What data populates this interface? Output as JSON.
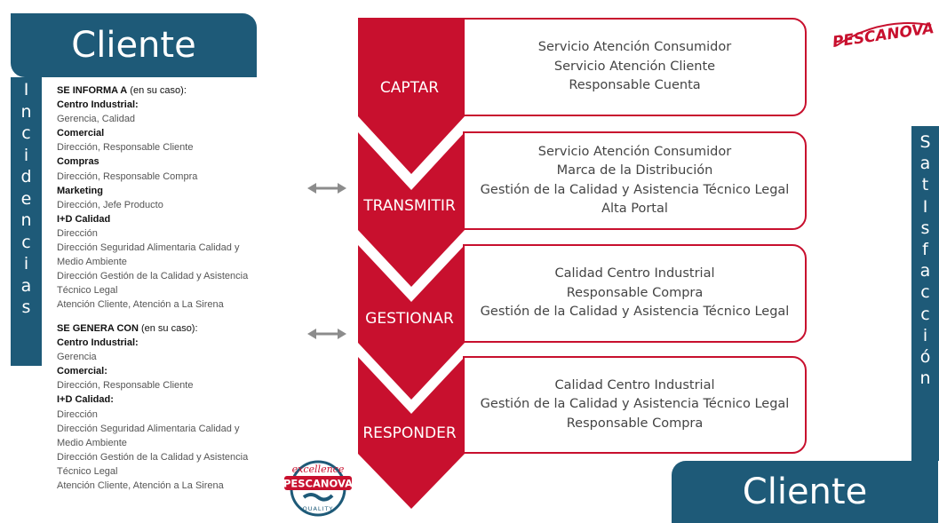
{
  "client_top": "Cliente",
  "client_bottom": "Cliente",
  "incidencias_letters": [
    "I",
    "n",
    "c",
    "i",
    "d",
    "e",
    "n",
    "c",
    "i",
    "a",
    "s"
  ],
  "satisfaccion_letters": [
    "S",
    "a",
    "t",
    "I",
    "s",
    "f",
    "a",
    "c",
    "c",
    "i",
    "ó",
    "n"
  ],
  "informa": {
    "heading_bold": "SE INFORMA A",
    "heading_rest": " (en su caso):",
    "lines": [
      {
        "t": "cat",
        "v": "Centro Industrial:"
      },
      {
        "t": "sub",
        "v": "Gerencia, Calidad"
      },
      {
        "t": "cat",
        "v": "Comercial"
      },
      {
        "t": "sub",
        "v": "Dirección, Responsable Cliente"
      },
      {
        "t": "cat",
        "v": "Compras"
      },
      {
        "t": "sub",
        "v": "Dirección, Responsable Compra"
      },
      {
        "t": "cat",
        "v": "Marketing"
      },
      {
        "t": "sub",
        "v": "Dirección, Jefe Producto"
      },
      {
        "t": "cat",
        "v": "I+D Calidad"
      },
      {
        "t": "sub",
        "v": "Dirección"
      },
      {
        "t": "sub",
        "v": "Dirección Seguridad Alimentaria Calidad y"
      },
      {
        "t": "sub",
        "v": "Medio Ambiente"
      },
      {
        "t": "sub",
        "v": "Dirección Gestión de la Calidad y Asistencia"
      },
      {
        "t": "sub",
        "v": "Técnico Legal"
      },
      {
        "t": "sub",
        "v": "Atención Cliente, Atención a La Sirena"
      }
    ]
  },
  "genera": {
    "heading_bold": "SE GENERA CON",
    "heading_rest": " (en su caso):",
    "lines": [
      {
        "t": "cat",
        "v": "Centro Industrial:"
      },
      {
        "t": "sub",
        "v": "Gerencia"
      },
      {
        "t": "cat",
        "v": "Comercial:"
      },
      {
        "t": "sub",
        "v": "Dirección, Responsable Cliente"
      },
      {
        "t": "cat",
        "v": "I+D Calidad:"
      },
      {
        "t": "sub",
        "v": "Dirección"
      },
      {
        "t": "sub",
        "v": "Dirección Seguridad Alimentaria Calidad y"
      },
      {
        "t": "sub",
        "v": "Medio Ambiente"
      },
      {
        "t": "sub",
        "v": "Dirección Gestión de la Calidad y Asistencia"
      },
      {
        "t": "sub",
        "v": "Técnico Legal"
      },
      {
        "t": "sub",
        "v": "Atención Cliente, Atención a La Sirena"
      }
    ]
  },
  "steps": [
    {
      "label": "CAPTAR",
      "details": [
        "Servicio Atención Consumidor",
        "Servicio Atención Cliente",
        "Responsable Cuenta"
      ]
    },
    {
      "label": "TRANSMITIR",
      "details": [
        "Servicio Atención Consumidor",
        "Marca de la Distribución",
        "Gestión de la Calidad y Asistencia Técnico Legal",
        "Alta Portal"
      ]
    },
    {
      "label": "GESTIONAR",
      "details": [
        "Calidad Centro Industrial",
        "Responsable Compra",
        "Gestión de la Calidad y Asistencia Técnico Legal"
      ]
    },
    {
      "label": "RESPONDER",
      "details": [
        "Calidad Centro Industrial",
        "Gestión de la Calidad y Asistencia Técnico Legal",
        "Responsable Compra"
      ]
    }
  ],
  "logo_text": "PESCANOVA",
  "seal": {
    "top": "excellence",
    "middle": "PESCANOVA",
    "bottom": "QUALITY"
  },
  "colors": {
    "primary_blue": "#1e5a78",
    "accent_red": "#c8102e"
  }
}
